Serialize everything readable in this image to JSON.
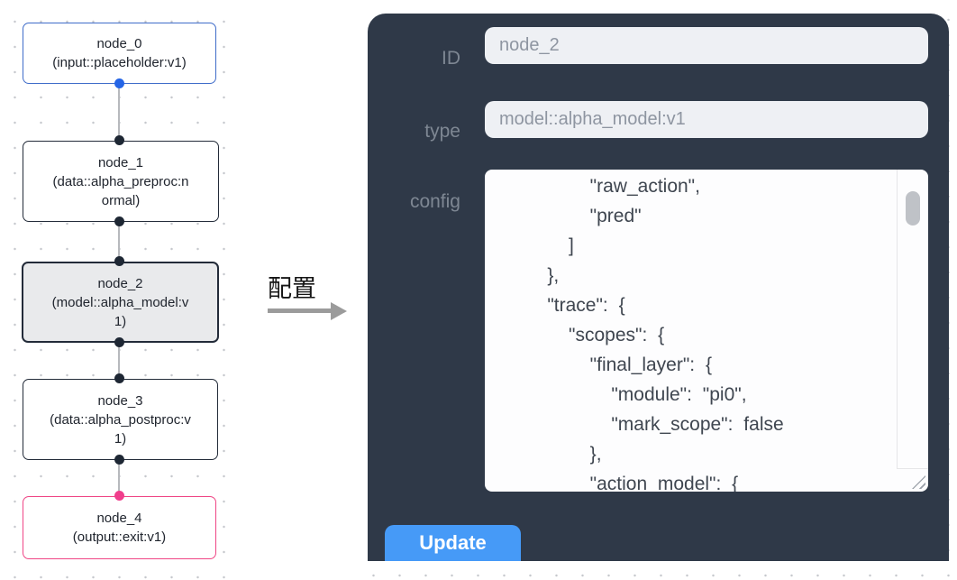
{
  "flow": {
    "nodes": [
      {
        "name": "node_0",
        "subtitle": "(input::placeholder:v1)",
        "kind": "input"
      },
      {
        "name": "node_1",
        "subtitle": "(data::alpha_preproc:normal)",
        "kind": "data"
      },
      {
        "name": "node_2",
        "subtitle": "(model::alpha_model:v1)",
        "kind": "model",
        "selected": true
      },
      {
        "name": "node_3",
        "subtitle": "(data::alpha_postproc:v1)",
        "kind": "data"
      },
      {
        "name": "node_4",
        "subtitle": "(output::exit:v1)",
        "kind": "output"
      }
    ],
    "colors": {
      "input_node_border": "#3f6cc9",
      "default_node_border": "#232b39",
      "output_node_border": "#ef4585",
      "selected_node_bg": "#e9eaec",
      "port_blue": "#2565e6",
      "port_dark": "#1e2734",
      "port_pink": "#f03e8c",
      "edge_gray": "#b7b9bd"
    }
  },
  "transfer": {
    "label": "配置"
  },
  "panel": {
    "bg_color": "#2f3948",
    "id_label": "ID",
    "id_value": "node_2",
    "type_label": "type",
    "type_value": "model::alpha_model:v1",
    "config_label": "config",
    "config_text": "        \"raw_action\",\n        \"pred\"\n      ]\n    },\n    \"trace\": {\n      \"scopes\": {\n        \"final_layer\": {\n          \"module\": \"pi0\",\n          \"mark_scope\": false\n        },\n        \"action_model\": {",
    "update_label": "Update",
    "accent_color": "#469af7"
  }
}
